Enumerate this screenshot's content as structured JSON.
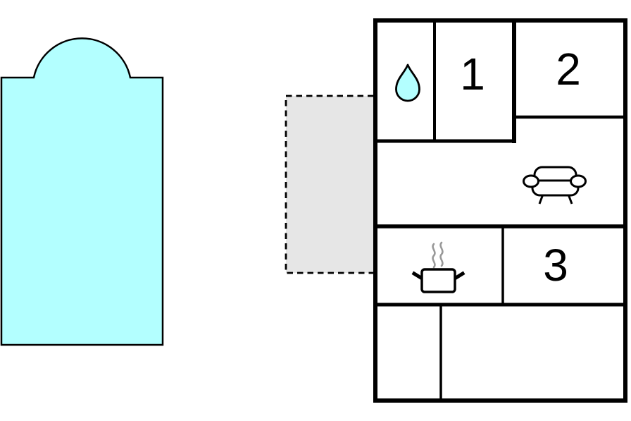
{
  "page": {
    "background": "#ffffff"
  },
  "colors": {
    "pool_fill": "#b3ffff",
    "terrace_fill": "#e6e6e6",
    "wall": "#000000",
    "icon_stroke": "#000000",
    "steam": "#999999"
  },
  "pool": {
    "icon": "swimming-pool-shape"
  },
  "terrace": {
    "icon": "terrace-dashed-area"
  },
  "rooms": {
    "bedroom1": {
      "label": "1"
    },
    "bedroom2": {
      "label": "2"
    },
    "bedroom3": {
      "label": "3"
    },
    "bathroom": {
      "icon": "water-drop-icon"
    },
    "living_room": {
      "icon": "sofa-icon"
    },
    "kitchen": {
      "icon": "cooking-pot-icon"
    }
  }
}
